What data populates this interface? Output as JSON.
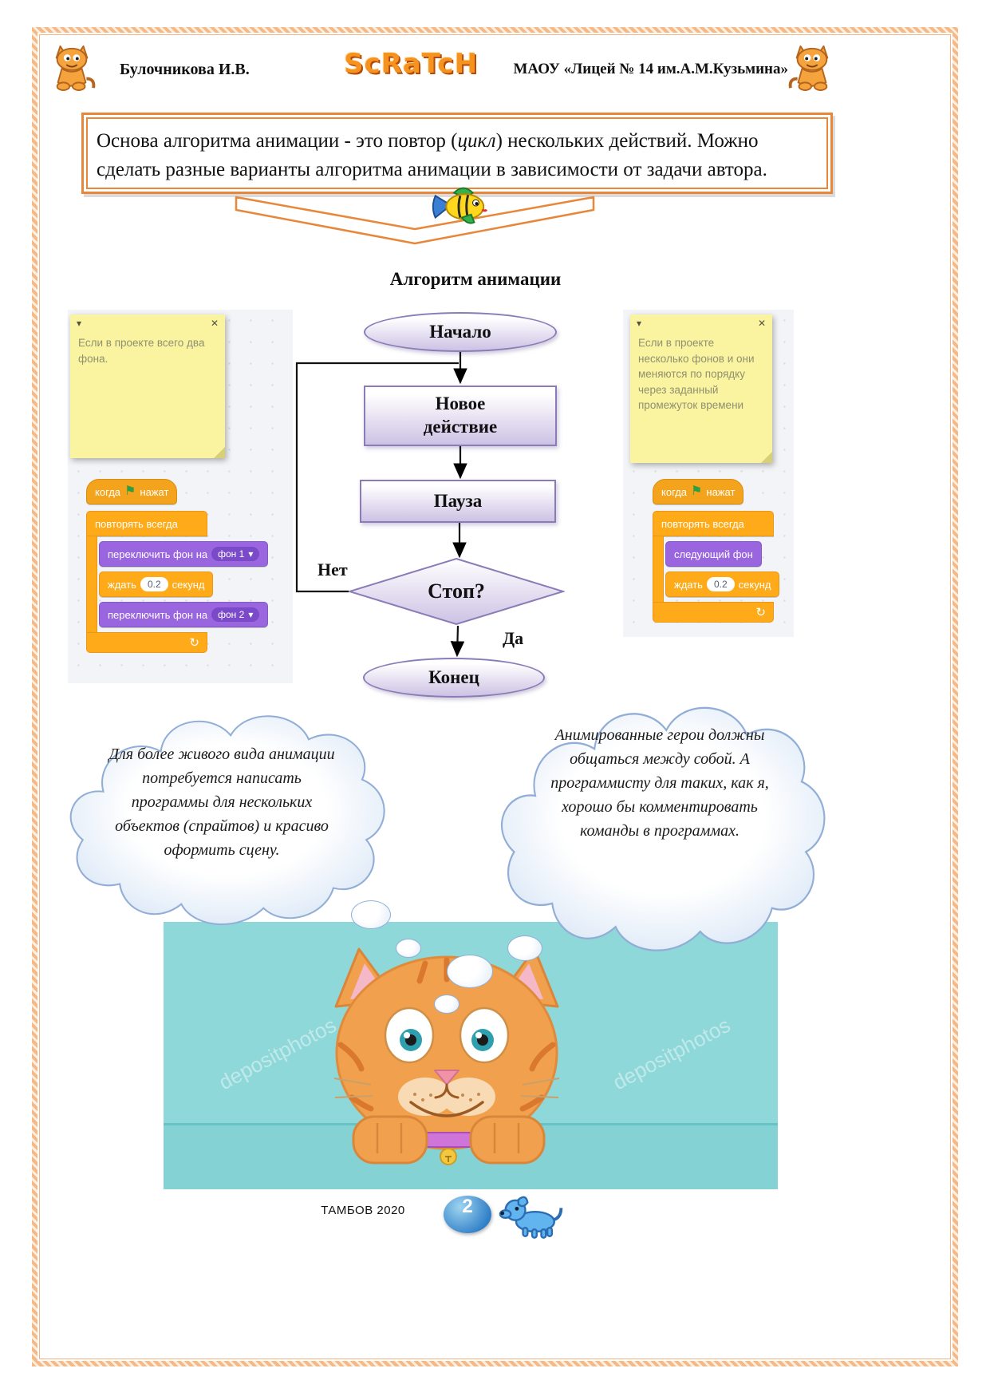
{
  "header": {
    "author": "Булочникова И.В.",
    "logo": "ScRaTcH",
    "school": "МАОУ «Лицей № 14 им.А.М.Кузьмина»"
  },
  "intro": {
    "part1": "Основа алгоритма анимации - это повтор (",
    "cycle": "цикл",
    "part2": ") нескольких действий. Можно сделать разные варианты алгоритма анимации в зависимости от задачи автора."
  },
  "flowchart": {
    "title": "Алгоритм анимации",
    "start": "Начало",
    "action": "Новое действие",
    "pause": "Пауза",
    "decision": "Стоп?",
    "end": "Конец",
    "no_label": "Нет",
    "yes_label": "Да"
  },
  "notes": {
    "left": "Если в проекте всего два фона.",
    "right": "Если в проекте несколько фонов и они меняются по порядку через заданный промежуток времени"
  },
  "scripts": {
    "when": "когда",
    "pressed": "нажат",
    "forever": "повторять всегда",
    "switch_backdrop": "переключить фон на",
    "backdrop1": "фон 1",
    "backdrop2": "фон 2",
    "next_backdrop": "следующий фон",
    "wait": "ждать",
    "wait_value": "0.2",
    "seconds": "секунд"
  },
  "clouds": {
    "left": "Для более живого вида анимации потребуется написать программы для нескольких объектов (спрайтов) и красиво оформить сцену.",
    "right": "Анимированные герои должны общаться между собой. А программисту для таких, как я, хорошо бы комментировать команды в программах."
  },
  "image": {
    "watermark": "depositphotos"
  },
  "footer": {
    "city_year": "ТАМБОВ 2020",
    "page_number": "2"
  },
  "icons": {
    "collapse": "▾",
    "close": "✕",
    "dropdown": "▾",
    "loop": "↻",
    "flag": "⚑"
  },
  "colors": {
    "accent_orange": "#e8873a",
    "scratch_events": "#f3a31c",
    "scratch_control": "#ffab19",
    "scratch_looks": "#9a66e0",
    "note_yellow": "#faf3a0",
    "cloud_blue": "#cfe0f4",
    "photo_teal": "#8ed8da"
  }
}
